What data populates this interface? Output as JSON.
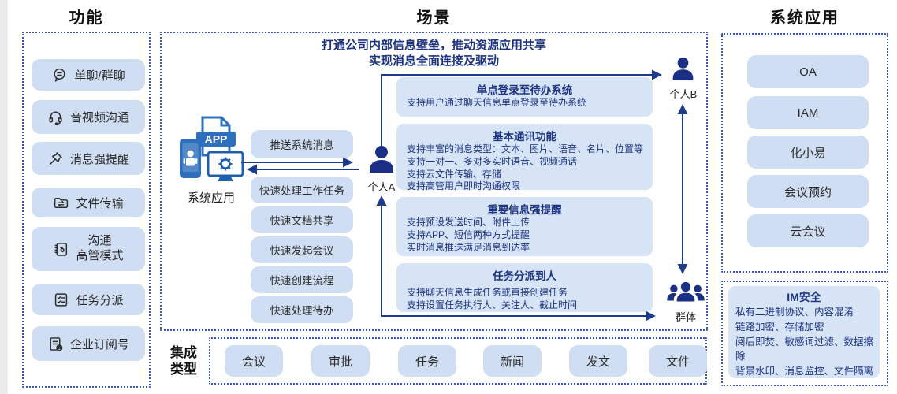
{
  "colors": {
    "accent_navy": "#1c3380",
    "arrow_navy": "#1e3a8c",
    "person_navy": "#1b2f85",
    "pill_blue": "#cfdef2",
    "panel_blue": "#d6e4f6",
    "dotted_border_blue": "#3a57bd",
    "icon_blue": "#2e6fbe"
  },
  "functions": {
    "title": "功能",
    "items": [
      {
        "icon": "chat-icon",
        "label": "单聊/群聊"
      },
      {
        "icon": "headset-icon",
        "label": "音视频沟通"
      },
      {
        "icon": "pin-icon",
        "label": "消息强提醒"
      },
      {
        "icon": "file-transfer-icon",
        "label": "文件传输"
      },
      {
        "icon": "phonebook-icon",
        "label1": "沟通",
        "label2": "高管模式"
      },
      {
        "icon": "task-icon",
        "label": "任务分派"
      },
      {
        "icon": "subscription-icon",
        "label": "企业订阅号"
      }
    ]
  },
  "scene": {
    "title": "场景",
    "subtitle_line1": "打通公司内部信息壁垒，推动资源应用共享",
    "subtitle_line2": "实现消息全面连接及驱动",
    "system_app_label": "系统应用",
    "app_badge": "APP",
    "person_a": "个人A",
    "person_b": "个人B",
    "group": "群体",
    "quick_actions": [
      "推送系统消息",
      "快速处理工作任务",
      "快速文档共享",
      "快速发起会议",
      "快速创建流程",
      "快速处理待办"
    ],
    "feature_boxes": [
      {
        "title": "单点登录至待办系统",
        "lines": [
          "支持用户通过聊天信息单点登录至待办系统"
        ]
      },
      {
        "title": "基本通讯功能",
        "lines": [
          "支持丰富的消息类型：文本、图片、语音、名片、位置等",
          "支持一对一、多对多实时语音、视频通话",
          "支持云文件传输、存储",
          "支持高管用户即时沟通权限"
        ]
      },
      {
        "title": "重要信息强提醒",
        "lines": [
          "支持预设发送时间、附件上传",
          "支持APP、短信两种方式提醒",
          "实时消息推送满足消息到达率"
        ]
      },
      {
        "title": "任务分派到人",
        "lines": [
          "支持聊天信息生成任务或直接创建任务",
          "支持设置任务执行人、关注人、截止时间"
        ]
      }
    ]
  },
  "integration": {
    "label_line1": "集成",
    "label_line2": "类型",
    "items": [
      "会议",
      "审批",
      "任务",
      "新闻",
      "发文",
      "文件"
    ]
  },
  "system_apps": {
    "title": "系统应用",
    "items": [
      "OA",
      "IAM",
      "化小易",
      "会议预约",
      "云会议"
    ]
  },
  "im_security": {
    "title": "IM安全",
    "lines": [
      "私有二进制协议、内容混淆",
      "链路加密、存储加密",
      "阅后即焚、敏感词过滤、数据擦除",
      "背景水印、消息监控、文件隔离"
    ]
  }
}
